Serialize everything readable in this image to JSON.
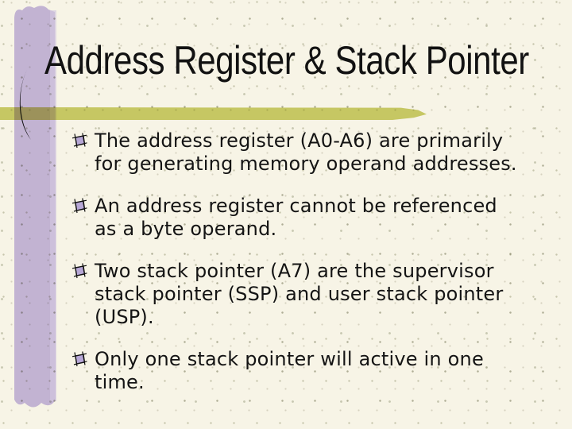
{
  "slide": {
    "title": "Address Register & Stack Pointer",
    "bullets": [
      "The address register (A0-A6) are primarily\nfor generating memory operand addresses.",
      "An address register cannot be referenced\nas a byte operand.",
      "Two stack pointer (A7) are the supervisor\nstack pointer (SSP) and user stack pointer\n(USP).",
      "Only one stack pointer will active in one\ntime."
    ],
    "decorations": {
      "left_bar": "lavender-brush-stroke",
      "paren_mark": "black-paren-doodle",
      "underline": "olive-brush-underline",
      "bullet_icon": "doodle-square"
    },
    "colors": {
      "background": "#f7f4e6",
      "speckle": "#9a9c74",
      "bar": "#c2b3d2",
      "bar_edge": "#d0c5de",
      "band": "#cdd06e",
      "bullet_fill": "#b7a7d6",
      "ink": "#121212"
    }
  }
}
